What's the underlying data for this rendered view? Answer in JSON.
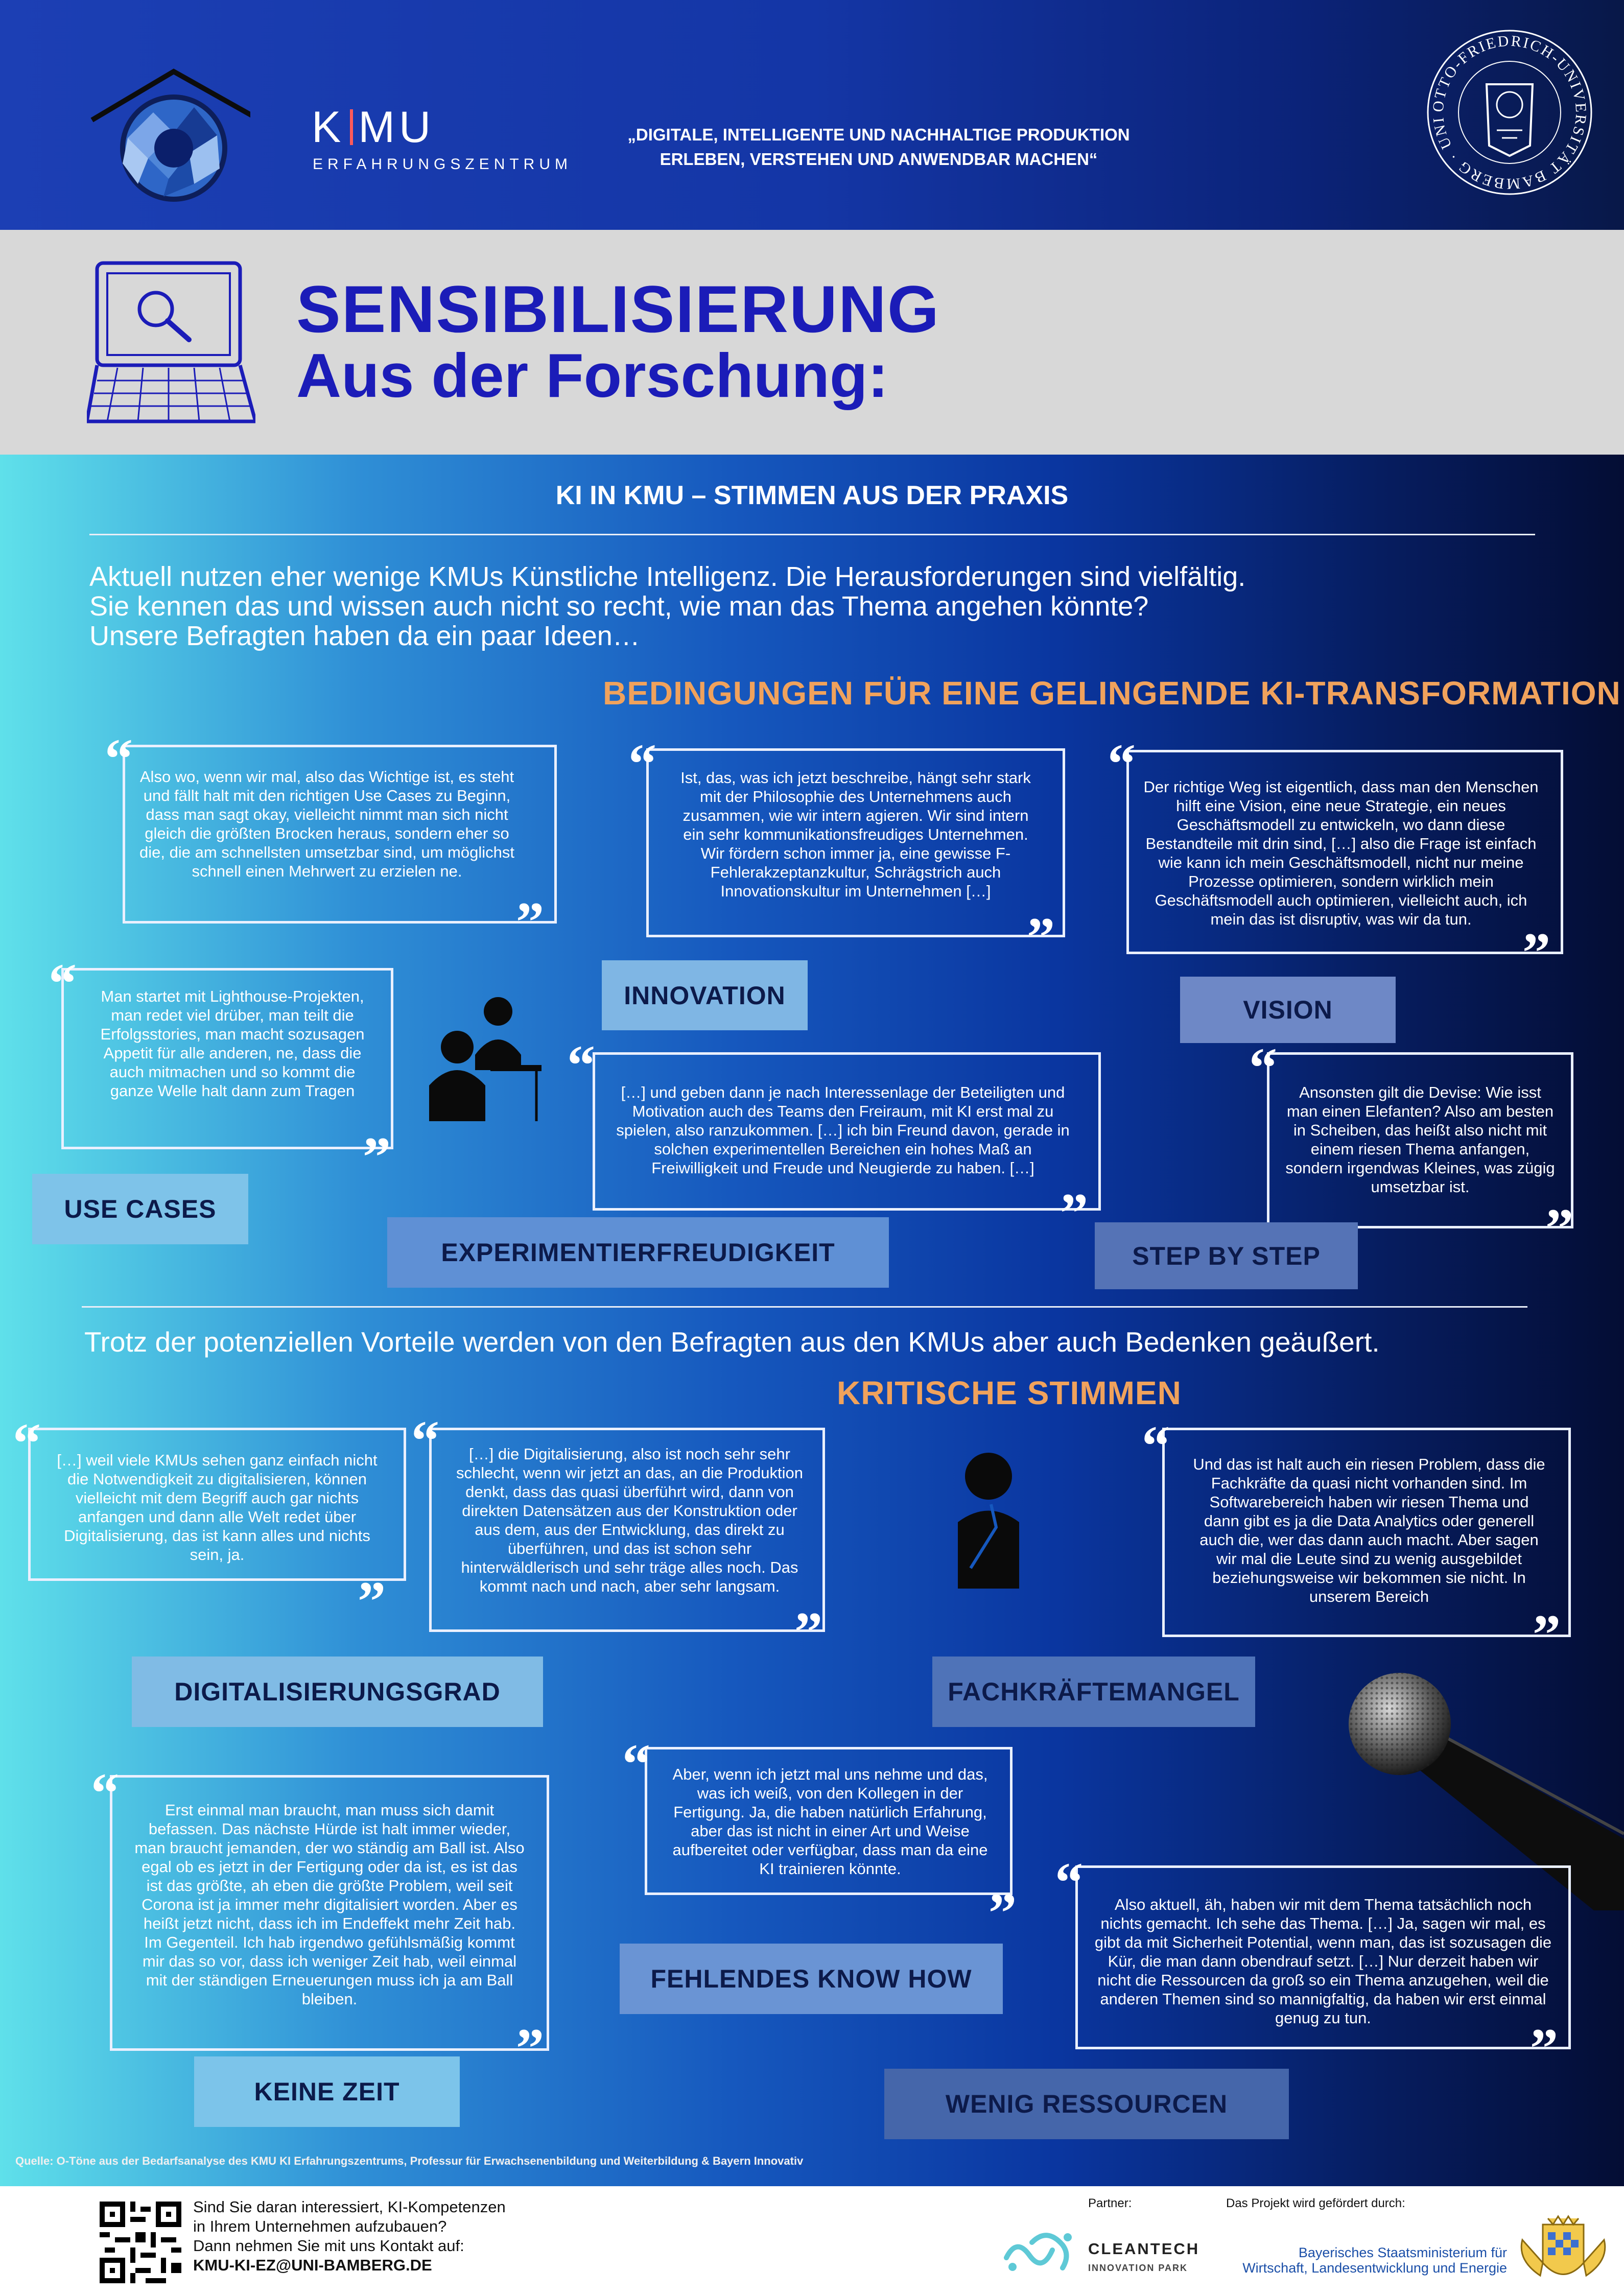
{
  "header": {
    "logo_k": "K",
    "logo_mu": "MU",
    "logo_sub": "ERFAHRUNGSZENTRUM",
    "slogan_1": "„DIGITALE, INTELLIGENTE UND NACHHALTIGE PRODUKTION",
    "slogan_2": "ERLEBEN, VERSTEHEN UND ANWENDBAR MACHEN“",
    "seal_ring_text": "OTTO-FRIEDRICH-UNIVERSITÄT BAMBERG · UNIVERSITY of BAMBERG"
  },
  "title": {
    "line1": "SENSIBILISIERUNG",
    "line2": "Aus der Forschung:"
  },
  "section1": {
    "heading": "KI IN KMU – STIMMEN AUS DER PRAXIS",
    "intro": [
      "Aktuell nutzen eher wenige KMUs Künstliche Intelligenz. Die Herausforderungen sind vielfältig.",
      "Sie kennen das und wissen auch nicht so recht, wie man das Thema angehen könnte?",
      "Unsere Befragten haben da ein paar Ideen…"
    ],
    "subheading": "BEDINGUNGEN FÜR EINE GELINGENDE KI-TRANSFORMATION",
    "quotes": [
      "Also wo, wenn wir mal, also das Wichtige ist, es steht und fällt halt mit den richtigen Use Cases zu Beginn, dass man sagt okay, vielleicht nimmt man sich nicht gleich die größten Brocken heraus, sondern eher so die, die am schnellsten umsetzbar sind, um möglichst schnell einen Mehrwert zu erzielen ne.",
      "Ist, das, was ich jetzt beschreibe, hängt sehr stark mit der Philosophie des Unternehmens auch zusammen, wie wir intern agieren. Wir sind intern ein sehr kommunikationsfreudiges Unternehmen. Wir fördern schon immer ja, eine gewisse F-Fehlerakzeptanzkultur, Schrägstrich auch Innovationskultur im Unternehmen […]",
      "Der richtige Weg ist eigentlich, dass man den Menschen hilft eine Vision, eine neue Strategie, ein neues Geschäftsmodell zu entwickeln, wo dann diese Bestandteile mit drin sind, […] also die Frage ist einfach wie kann ich mein Geschäftsmodell, nicht nur meine Prozesse optimieren, sondern wirklich mein Geschäftsmodell auch optimieren, vielleicht auch, ich mein das ist disruptiv, was wir da tun.",
      "Man startet mit Lighthouse-Projekten, man redet viel drüber, man teilt die Erfolgsstories, man macht sozusagen Appetit für alle anderen, ne, dass die auch mitmachen und so kommt die ganze Welle halt dann zum Tragen",
      "[…] und geben dann je nach Interessenlage der Beteiligten und Motivation auch des Teams den Freiraum, mit KI erst mal zu spielen, also ranzukommen. […] ich bin Freund davon, gerade in solchen experimentellen Bereichen ein hohes Maß an Freiwilligkeit und Freude und Neugierde zu haben. […]",
      "Ansonsten gilt die Devise: Wie isst man einen Elefanten? Also am besten in Scheiben, das heißt also nicht mit einem riesen Thema anfangen, sondern irgendwas Kleines, was zügig umsetzbar ist."
    ],
    "labels": {
      "innovation": "INNOVATION",
      "vision": "VISION",
      "use_cases": "USE CASES",
      "experiment": "EXPERIMENTIERFREUDIGKEIT",
      "step": "STEP BY STEP"
    }
  },
  "section2": {
    "intro": "Trotz der potenziellen Vorteile werden von den Befragten aus den KMUs aber auch Bedenken geäußert.",
    "subheading": "KRITISCHE STIMMEN",
    "quotes": [
      "[…] weil viele KMUs sehen ganz einfach nicht die Notwendigkeit zu digitalisieren, können vielleicht mit dem Begriff auch gar nichts anfangen und dann alle Welt redet über Digitalisierung, das ist kann alles und nichts sein, ja.",
      "[…] die Digitalisierung, also ist noch sehr sehr schlecht, wenn wir jetzt an das, an die Produktion denkt, dass das quasi überführt wird, dann von direkten Datensätzen aus der Konstruktion oder aus dem, aus der Entwicklung, das direkt zu überführen, und das ist schon sehr hinterwäldlerisch und sehr träge alles noch. Das kommt nach und nach, aber sehr langsam.",
      "Und das ist halt auch ein riesen Problem, dass die Fachkräfte da quasi nicht vorhanden sind. Im Softwarebereich haben wir riesen Thema und dann gibt es ja die Data Analytics oder generell auch die, wer das dann auch macht. Aber sagen wir mal die Leute sind zu wenig ausgebildet beziehungsweise wir bekommen sie nicht. In unserem Bereich",
      "Erst einmal man braucht, man muss sich damit befassen. Das nächste Hürde ist halt immer wieder, man braucht jemanden, der wo ständig am Ball ist. Also egal ob es jetzt in der Fertigung oder da ist, es ist das ist das größte, ah eben die größte Problem, weil seit Corona ist ja immer mehr digitalisiert worden. Aber es heißt jetzt nicht, dass ich im Endeffekt mehr Zeit hab. Im Gegenteil. Ich hab irgendwo gefühlsmäßig kommt mir das so vor, dass ich weniger Zeit hab, weil einmal mit der ständigen Erneuerungen muss ich ja am Ball bleiben.",
      "Aber, wenn ich jetzt mal uns nehme und das, was ich weiß, von den Kollegen in der Fertigung. Ja, die haben natürlich Erfahrung, aber das ist nicht in einer Art und Weise aufbereitet oder verfügbar, dass man da eine KI trainieren könnte.",
      "Also aktuell, äh, haben wir mit dem Thema tatsächlich noch nichts gemacht. Ich sehe das Thema. […] Ja, sagen wir mal, es gibt da mit Sicherheit Potential, wenn man, das ist sozusagen die Kür, die man dann obendrauf setzt. […] Nur derzeit haben wir nicht die Ressourcen da groß so ein Thema anzugehen, weil die anderen Themen sind so mannigfaltig, da haben wir erst einmal genug zu tun."
    ],
    "labels": {
      "digital": "DIGITALISIERUNGSGRAD",
      "fach": "FACHKRÄFTEMANGEL",
      "knowhow": "FEHLENDES KNOW HOW",
      "zeit": "KEINE ZEIT",
      "ressourcen": "WENIG RESSOURCEN"
    }
  },
  "source": "Quelle: O-Töne aus der Bedarfsanalyse des KMU KI Erfahrungszentrums, Professur für Erwachsenenbildung und Weiterbildung & Bayern Innovativ",
  "footer": {
    "contact_1": "Sind Sie daran interessiert, KI-Kompetenzen",
    "contact_2": "in Ihrem Unternehmen aufzubauen?",
    "contact_3": "Dann nehmen Sie mit uns Kontakt auf:",
    "email": "KMU-KI-EZ@UNI-BAMBERG.DE",
    "partner_label": "Partner:",
    "cleantech_1": "CLEANTECH",
    "cleantech_2": "INNOVATION PARK",
    "funded_label": "Das Projekt wird gefördert durch:",
    "ministry_1": "Bayerisches Staatsministerium für",
    "ministry_2": "Wirtschaft, Landesentwicklung und Energie"
  },
  "colors": {
    "title_blue": "#1b1cb8",
    "orange": "#f0a25c",
    "label_bg": "#7fb9e6",
    "label_bg_dark": "#6f86c4"
  }
}
